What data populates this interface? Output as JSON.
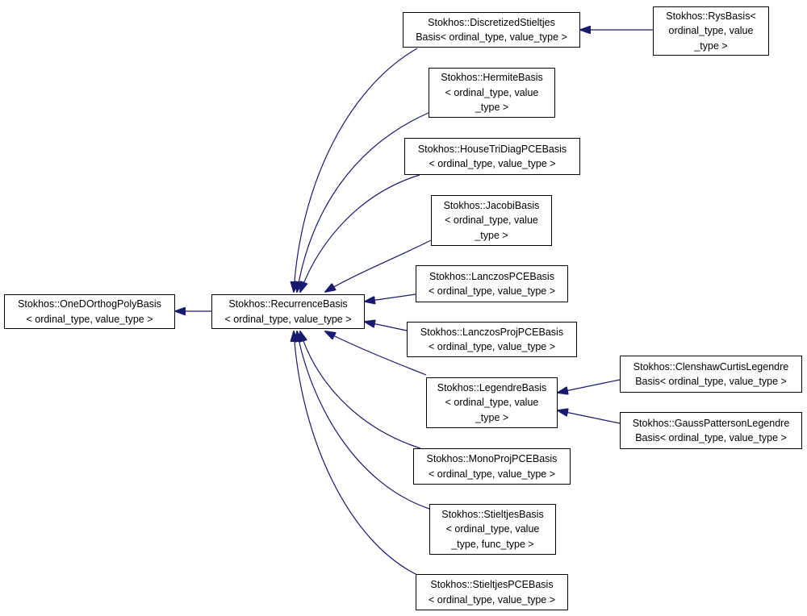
{
  "colors": {
    "edge": "#191970",
    "border": "#000000",
    "background": "#ffffff"
  },
  "nodes": {
    "one_d": {
      "lines": [
        "Stokhos::OneDOrthogPolyBasis",
        "< ordinal_type, value_type >"
      ]
    },
    "recurrence": {
      "lines": [
        "Stokhos::RecurrenceBasis",
        "< ordinal_type, value_type >"
      ]
    },
    "discretized": {
      "lines": [
        "Stokhos::DiscretizedStieltjes",
        "Basis< ordinal_type, value_type >"
      ]
    },
    "rys": {
      "lines": [
        "Stokhos::RysBasis<",
        "ordinal_type, value",
        "_type >"
      ]
    },
    "hermite": {
      "lines": [
        "Stokhos::HermiteBasis",
        "< ordinal_type, value",
        "_type >"
      ]
    },
    "housetridiag": {
      "lines": [
        "Stokhos::HouseTriDiagPCEBasis",
        "< ordinal_type, value_type >"
      ]
    },
    "jacobi": {
      "lines": [
        "Stokhos::JacobiBasis",
        "< ordinal_type, value",
        "_type >"
      ]
    },
    "lanczos": {
      "lines": [
        "Stokhos::LanczosPCEBasis",
        "< ordinal_type, value_type >"
      ]
    },
    "lanczosproj": {
      "lines": [
        "Stokhos::LanczosProjPCEBasis",
        "< ordinal_type, value_type >"
      ]
    },
    "legendre": {
      "lines": [
        "Stokhos::LegendreBasis",
        "< ordinal_type, value",
        "_type >"
      ]
    },
    "clenshaw": {
      "lines": [
        "Stokhos::ClenshawCurtisLegendre",
        "Basis< ordinal_type, value_type >"
      ]
    },
    "gausspatterson": {
      "lines": [
        "Stokhos::GaussPattersonLegendre",
        "Basis< ordinal_type, value_type >"
      ]
    },
    "monoproj": {
      "lines": [
        "Stokhos::MonoProjPCEBasis",
        "< ordinal_type, value_type >"
      ]
    },
    "stieltjes": {
      "lines": [
        "Stokhos::StieltjesBasis",
        "< ordinal_type, value",
        "_type, func_type >"
      ]
    },
    "stieltjespce": {
      "lines": [
        "Stokhos::StieltjesPCEBasis",
        "< ordinal_type, value_type >"
      ]
    }
  }
}
